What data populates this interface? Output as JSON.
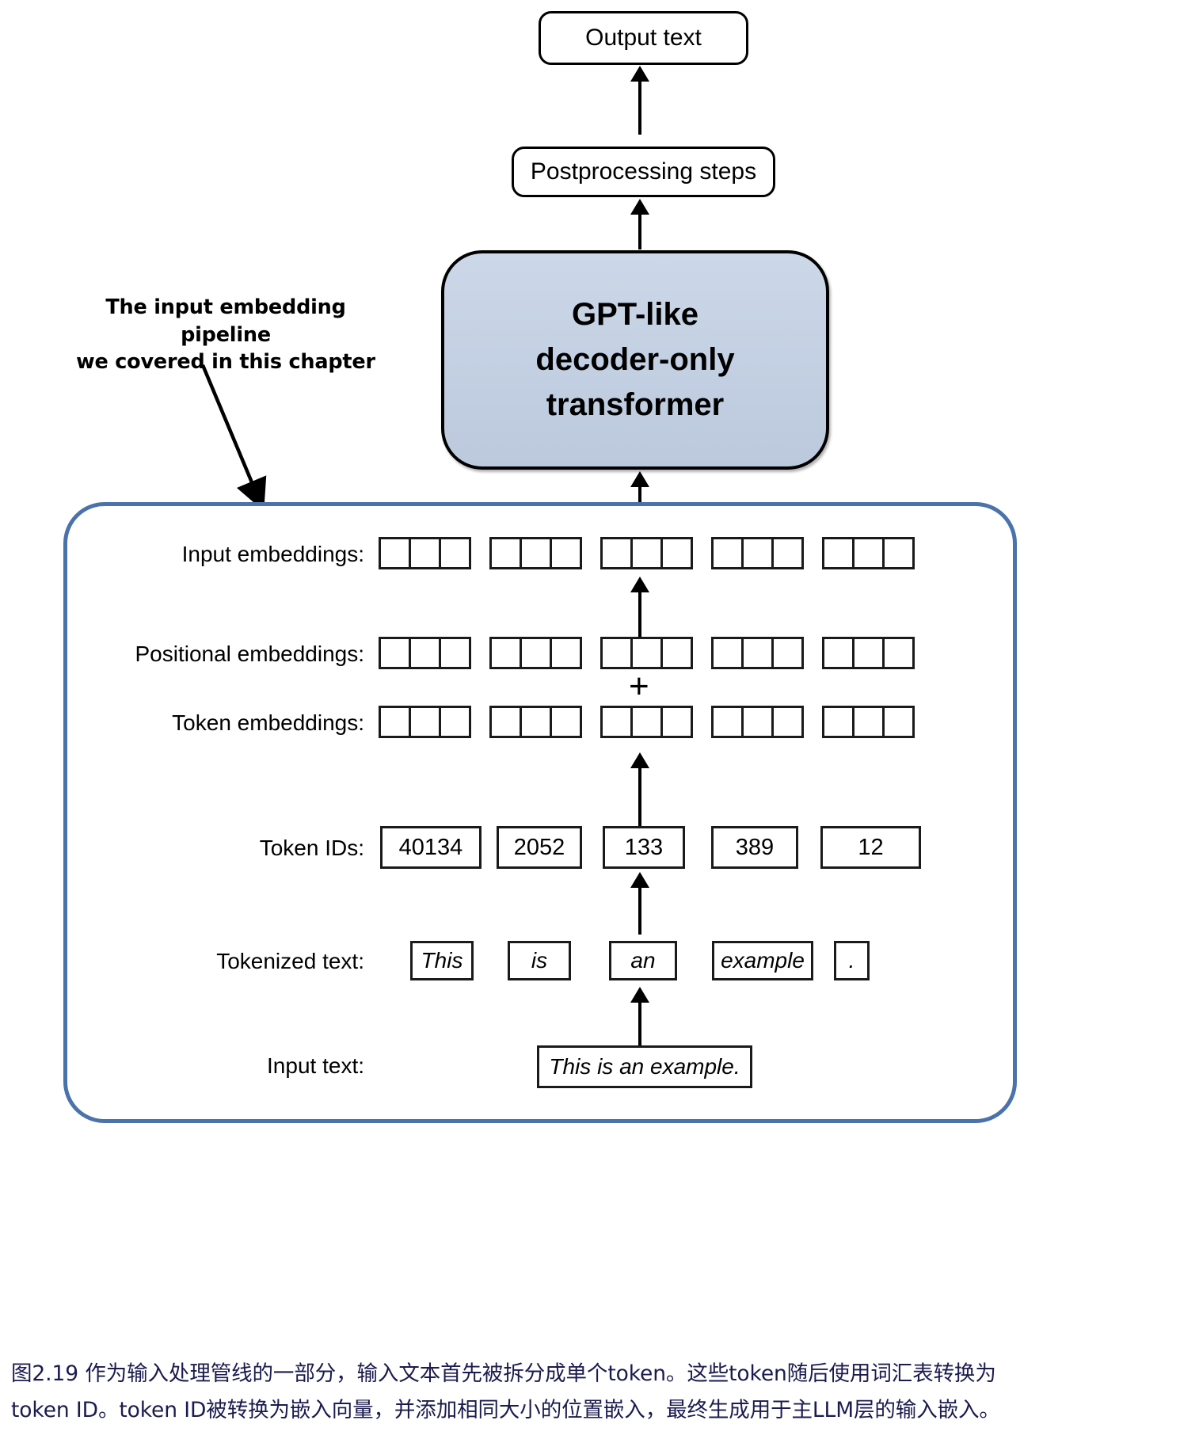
{
  "top_flow": {
    "output_text_label": "Output text",
    "postprocessing_label": "Postprocessing steps",
    "model_label": "GPT-like\ndecoder-only\ntransformer"
  },
  "annotation": {
    "text": "The input embedding pipeline\nwe covered in this chapter"
  },
  "pipeline": {
    "rows": [
      {
        "label": "Input embeddings:",
        "kind": "cells",
        "groups": 5,
        "cells_per_group": 3
      },
      {
        "label": "Positional embeddings:",
        "kind": "cells",
        "groups": 5,
        "cells_per_group": 3
      },
      {
        "label": "Token embeddings:",
        "kind": "cells",
        "groups": 5,
        "cells_per_group": 3
      },
      {
        "label": "Token IDs:",
        "kind": "values",
        "values": [
          "40134",
          "2052",
          "133",
          "389",
          "12"
        ]
      },
      {
        "label": "Tokenized text:",
        "kind": "values",
        "values": [
          "This",
          "is",
          "an",
          "example",
          "."
        ]
      },
      {
        "label": "Input text:",
        "kind": "values",
        "values": [
          "This is an example."
        ]
      }
    ],
    "plus_symbol": "+"
  },
  "caption": {
    "line1": "图2.19 作为输入处理管线的一部分，输入文本首先被拆分成单个token。这些token随后使用词汇表转换为",
    "line2": "token ID。token ID被转换为嵌入向量，并添加相同大小的位置嵌入，最终生成用于主LLM层的输入嵌入。"
  },
  "colors": {
    "model_fill": "#c2cfe2",
    "container_border": "#4a72ab",
    "caption_text": "#1b1b4f",
    "stroke": "#000000"
  }
}
